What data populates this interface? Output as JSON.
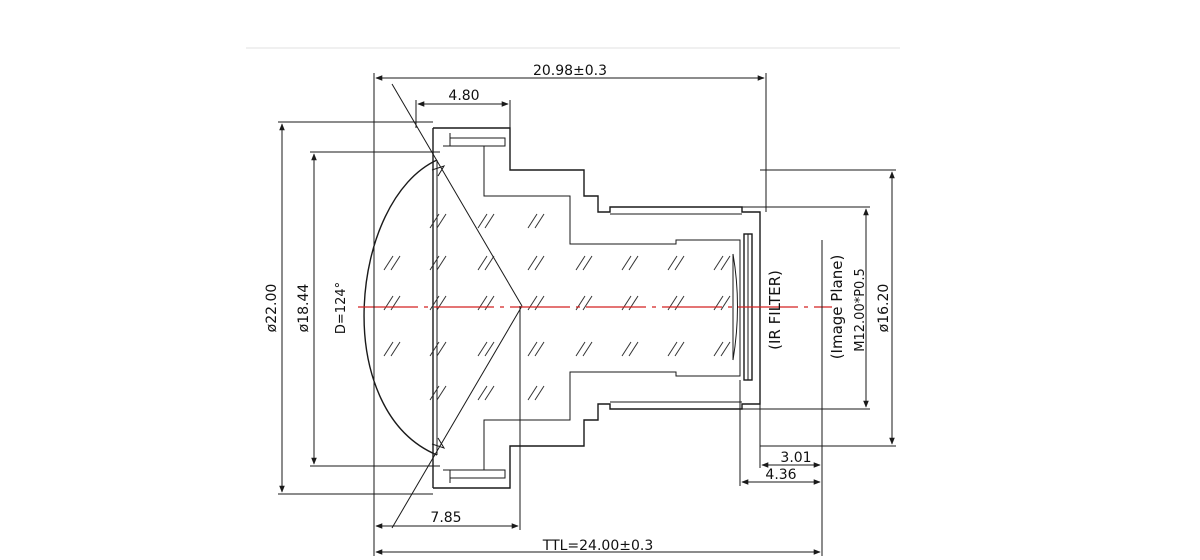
{
  "drawing": {
    "dimensions": {
      "overall_length": "20.98±0.3",
      "front_flange": "4.80",
      "diameter_outer": "ø22.00",
      "diameter_lens": "ø18.44",
      "fov": "D=124°",
      "front_depth": "7.85",
      "ttl": "TTL=24.00±0.3",
      "back_focus_1": "3.01",
      "back_focus_2": "4.36",
      "thread_diameter": "ø16.20"
    },
    "labels": {
      "ir_filter": "(IR FILTER)",
      "image_plane": "(Image Plane)",
      "thread": "M12.00*P0.5"
    },
    "colors": {
      "outline": "#1a1a1a",
      "optical_axis": "#d42020"
    }
  }
}
